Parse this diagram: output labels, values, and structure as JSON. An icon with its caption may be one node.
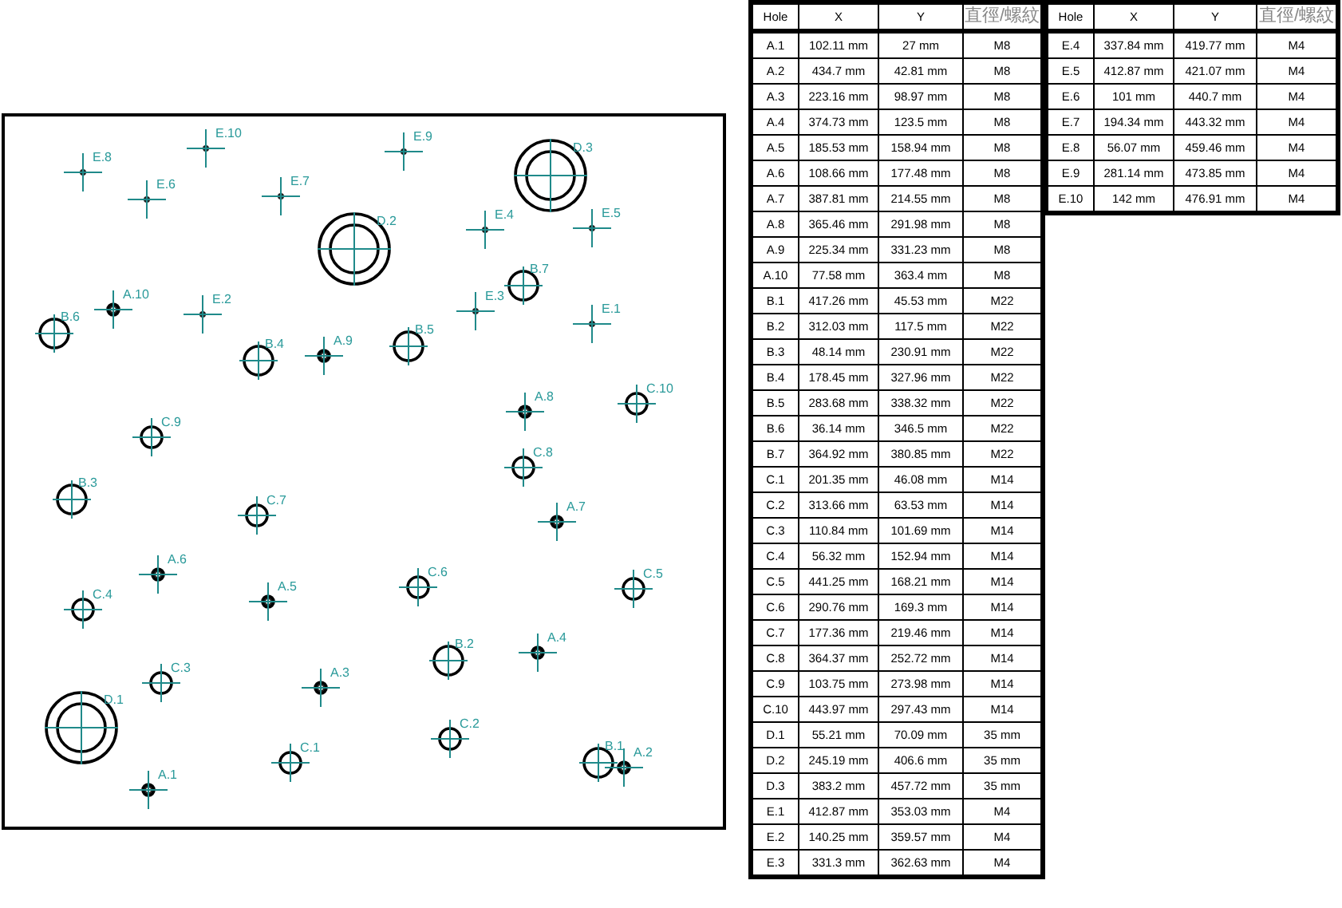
{
  "diagram": {
    "labels": [
      "E.8",
      "E.10",
      "E.9",
      "D.3",
      "E.6",
      "E.7",
      "D.2",
      "E.4",
      "E.5",
      "B.7",
      "B.6",
      "A.10",
      "E.2",
      "E.3",
      "E.1",
      "B.4",
      "A.9",
      "B.5",
      "A.8",
      "C.10",
      "C.9",
      "C.8",
      "B.3",
      "C.7",
      "A.7",
      "C.4",
      "A.6",
      "A.5",
      "C.6",
      "C.5",
      "B.2",
      "A.4",
      "C.3",
      "A.3",
      "D.1",
      "C.2",
      "C.1",
      "B.1",
      "A.2",
      "A.1",
      "Hole",
      "X",
      "Y",
      "直徑/螺紋",
      "A.1",
      "102.11 mm",
      "27 mm",
      "M8",
      "A.2",
      "434.7 mm",
      "42.81 mm",
      "M8",
      "A.3",
      "223.16 mm",
      "98.97 mm",
      "M8",
      "A.4",
      "374.73 mm",
      "123.5 mm",
      "M8",
      "A.5",
      "185.53 mm",
      "158.94 mm",
      "M8",
      "A.6",
      "108.66 mm",
      "177.48 mm",
      "M8",
      "A.7",
      "387.81 mm",
      "214.55 mm",
      "M8",
      "A.8",
      "365.46 mm",
      "291.98 mm",
      "M8",
      "A.9",
      "225.34 mm",
      "331.23 mm",
      "M8",
      "A.10",
      "77.58 mm",
      "363.4 mm",
      "M8",
      "B.1",
      "417.26 mm",
      "45.53 mm",
      "M22",
      "B.2",
      "312.03 mm",
      "117.5 mm",
      "M22",
      "B.3",
      "48.14 mm",
      "230.91 mm",
      "M22",
      "B.4",
      "178.45 mm",
      "327.96 mm",
      "M22",
      "B.5",
      "283.68 mm",
      "338.32 mm",
      "M22",
      "B.6",
      "36.14 mm",
      "346.5 mm",
      "M22",
      "B.7",
      "364.92 mm",
      "380.85 mm",
      "M22",
      "C.1",
      "201.35 mm",
      "46.08 mm",
      "M14",
      "C.2",
      "313.66 mm",
      "63.53 mm",
      "M14",
      "C.3",
      "110.84 mm",
      "101.69 mm",
      "M14",
      "C.4",
      "56.32 mm",
      "152.94 mm",
      "M14",
      "C.5",
      "441.25 mm",
      "168.21 mm",
      "M14",
      "C.6",
      "290.76 mm",
      "169.3 mm",
      "M14",
      "C.7",
      "177.36 mm",
      "219.46 mm",
      "M14",
      "C.8",
      "364.37 mm",
      "252.72 mm",
      "M14",
      "C.9",
      "103.75 mm",
      "273.98 mm",
      "M14",
      "C.10",
      "443.97 mm",
      "297.43 mm",
      "M14",
      "D.1",
      "55.21 mm",
      "70.09 mm",
      "35 mm",
      "D.2",
      "245.19 mm",
      "406.6 mm",
      "35 mm",
      "D.3",
      "383.2 mm",
      "457.72 mm",
      "35 mm",
      "E.1",
      "412.87 mm",
      "353.03 mm",
      "M4",
      "E.2",
      "140.25 mm",
      "359.57 mm",
      "M4",
      "E.3",
      "331.3 mm",
      "362.63 mm",
      "M4",
      "Hole",
      "X",
      "Y",
      "直徑/螺紋",
      "E.4",
      "337.84 mm",
      "419.77 mm",
      "M4",
      "E.5",
      "412.87 mm",
      "421.07 mm",
      "M4",
      "E.6",
      "101 mm",
      "440.7 mm",
      "M4",
      "E.7",
      "194.34 mm",
      "443.32 mm",
      "M4",
      "E.8",
      "56.07 mm",
      "459.46 mm",
      "M4",
      "E.9",
      "281.14 mm",
      "473.85 mm",
      "M4",
      "E.10",
      "142 mm",
      "476.91 mm",
      "M4"
    ]
  }
}
